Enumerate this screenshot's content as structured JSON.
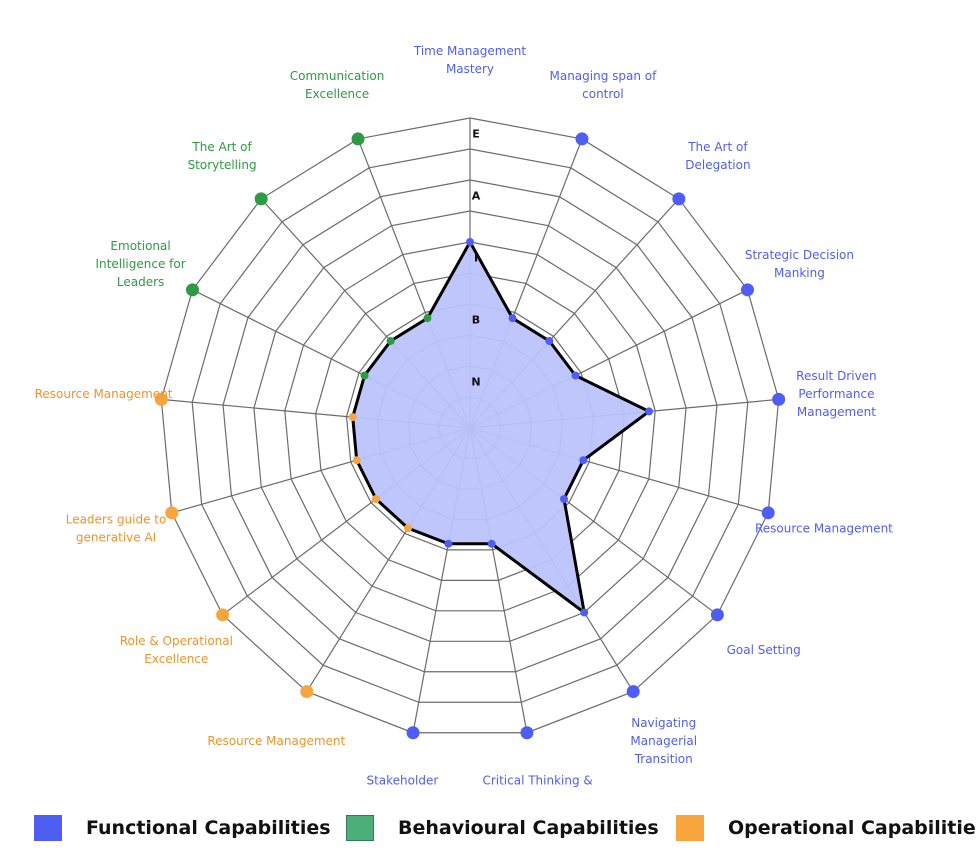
{
  "chart_data": {
    "type": "radar",
    "levels": [
      "N",
      "B",
      "I",
      "A",
      "E"
    ],
    "axes": [
      {
        "label": "Time Management Mastery",
        "group": "functional",
        "value": 3.0
      },
      {
        "label": "Managing span of control",
        "group": "functional",
        "value": 1.9
      },
      {
        "label": "The Art of Delegation",
        "group": "functional",
        "value": 1.9
      },
      {
        "label": "Strategic Decision Manking",
        "group": "functional",
        "value": 1.9
      },
      {
        "label": "Result Driven Performance Management",
        "group": "functional",
        "value": 2.9
      },
      {
        "label": "Resource Management",
        "group": "functional",
        "value": 1.9
      },
      {
        "label": "Goal Setting",
        "group": "functional",
        "value": 1.9
      },
      {
        "label": "Navigating Managerial Transition",
        "group": "functional",
        "value": 3.5
      },
      {
        "label": "Critical Thinking & Problem Solving",
        "group": "functional",
        "value": 1.9
      },
      {
        "label": "Stakeholder Management",
        "group": "functional",
        "value": 1.9
      },
      {
        "label": "Resource Management",
        "group": "operational",
        "value": 1.9
      },
      {
        "label": "Role & Operational Excellence",
        "group": "operational",
        "value": 1.9
      },
      {
        "label": "Leaders guide to generative AI",
        "group": "operational",
        "value": 1.9
      },
      {
        "label": "Resource Management",
        "group": "operational",
        "value": 1.9
      },
      {
        "label": "Emotional Intelligence for Leaders",
        "group": "behavioural",
        "value": 1.9
      },
      {
        "label": "The Art of Storytelling",
        "group": "behavioural",
        "value": 1.9
      },
      {
        "label": "Communication Excellence",
        "group": "behavioural",
        "value": 1.9
      }
    ],
    "rmax": 5,
    "grid": true,
    "legend": [
      {
        "key": "functional",
        "label": "Functional Capabilities",
        "color": "#4f5ef2"
      },
      {
        "key": "behavioural",
        "label": "Behavioural Capabilities",
        "color": "#4caf7a"
      },
      {
        "key": "operational",
        "label": "Operational Capabilities",
        "color": "#f7a53c"
      }
    ],
    "label_colors": {
      "functional": "#4f5ef2",
      "behavioural": "#2e9a44",
      "operational": "#f0932b"
    },
    "marker_colors": {
      "functional": "#4f5ef2",
      "behavioural": "#2e9a44",
      "operational": "#f7a53c"
    },
    "fill_color": "#bcc3fb",
    "outline_color": "#000000"
  }
}
